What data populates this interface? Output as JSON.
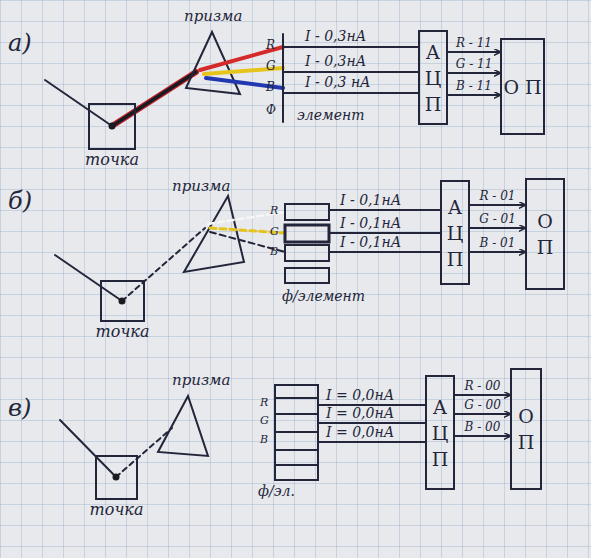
{
  "diagram": {
    "nodes": [
      {
        "text": [
          "точка"
        ]
      },
      {
        "text": [
          "А Ц П"
        ]
      },
      {
        "text": [
          "О П"
        ]
      },
      {
        "text": [
          "точка"
        ]
      },
      {
        "text": [
          "А Ц П"
        ]
      },
      {
        "text": [
          "О П"
        ]
      },
      {
        "text": [
          "точка"
        ]
      },
      {
        "text": [
          "А Ц П"
        ]
      },
      {
        "text": [
          "О П"
        ]
      }
    ],
    "edges": [
      {
        "from": 1,
        "to": 2,
        "label": "R - 11",
        "arrow": "to"
      },
      {
        "from": 1,
        "to": 2,
        "label": "G - 11",
        "arrow": "to"
      },
      {
        "from": 1,
        "to": 2,
        "label": "B - 11",
        "arrow": "to"
      },
      {
        "from": 4,
        "to": 5,
        "label": "R - 01",
        "arrow": "to"
      },
      {
        "from": 4,
        "to": 5,
        "label": "G - 01",
        "arrow": "to"
      },
      {
        "from": 4,
        "to": 5,
        "label": "B - 01",
        "arrow": "to"
      },
      {
        "from": 7,
        "to": 8,
        "label": "R - 00",
        "arrow": "to"
      },
      {
        "from": 7,
        "to": 8,
        "label": "G - 00",
        "arrow": "to"
      },
      {
        "from": 7,
        "to": 8,
        "label": "B - 00",
        "arrow": "to"
      }
    ],
    "labels": [
      "а)",
      "призма",
      "R",
      "G",
      "B",
      "Ф",
      "элемент",
      "I - 0,3нА",
      "I - 0,3нА",
      "I - 0,3 нА",
      "б)",
      "призма",
      "R",
      "G",
      "B",
      "I - 0,1нА",
      "I - 0,1нА",
      "I - 0,1нА",
      "ф/элемент",
      "в)",
      "призма",
      "R",
      "G",
      "B",
      "I = 0,0нА",
      "I = 0,0нА",
      "I = 0,0нА",
      "ф/эл."
    ]
  }
}
